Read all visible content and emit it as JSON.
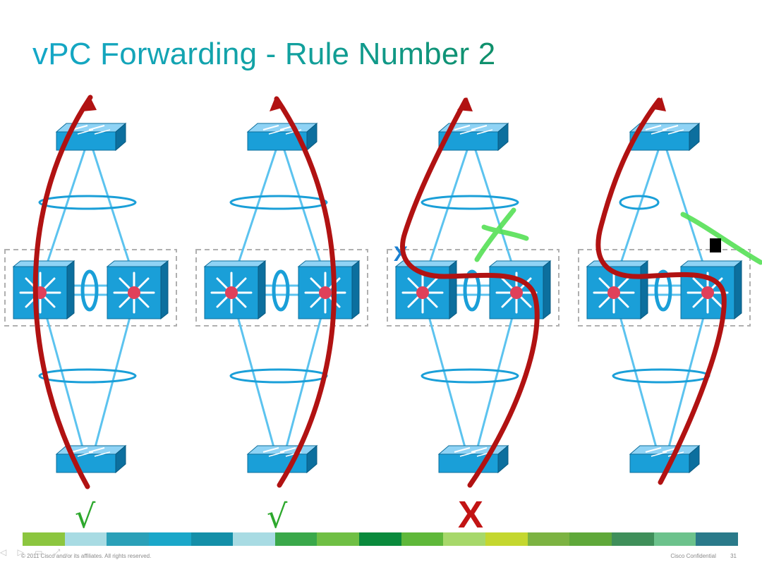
{
  "title": "vPC Forwarding - Rule Number 2",
  "marks": {
    "check_1": "√",
    "check_2": "√",
    "cross_3": "X",
    "blue_x_3": "X"
  },
  "footer": {
    "copyright": "© 2011 Cisco and/or its affiliates. All rights reserved.",
    "confidential": "Cisco Confidential",
    "page_number": "31"
  },
  "colors": {
    "title_start": "#14a7c8",
    "title_end": "#0f8f6a",
    "switch_blue": "#1a9fd8",
    "link_blue": "#5cc3ef",
    "flow_red": "#b11212",
    "check_green": "#2da82d",
    "pen_green": "#55e055"
  },
  "color_bar": [
    "#8cc63f",
    "#a8dbe3",
    "#2aa0b8",
    "#1aa7c9",
    "#148fa8",
    "#a8dbe3",
    "#3aa84a",
    "#6fbf44",
    "#0a8a3c",
    "#5fb83a",
    "#a7d86a",
    "#c4d72f",
    "#7cb342",
    "#5fa83a",
    "#3f8f5a",
    "#6cc28c",
    "#2a7a8a"
  ]
}
